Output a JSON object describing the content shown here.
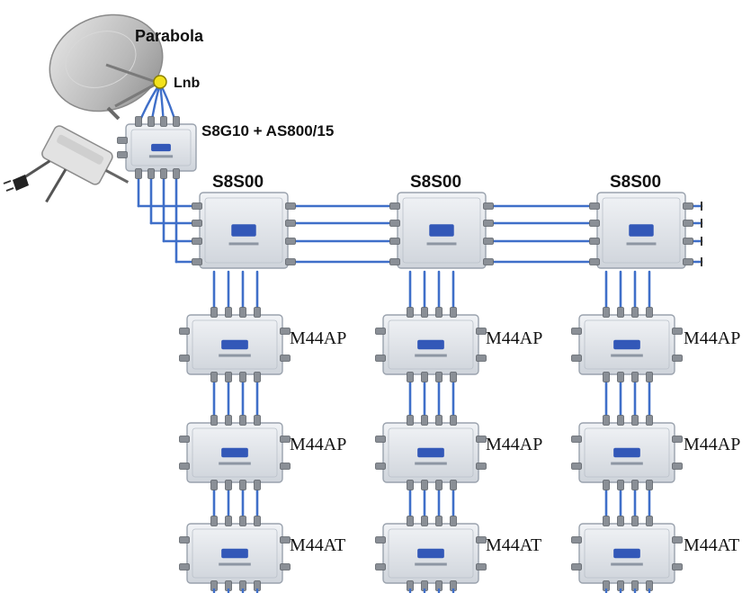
{
  "labels": {
    "dish": "Parabola",
    "lnb": "Lnb",
    "headend": "S8G10 + AS800/15"
  },
  "colors": {
    "cable": "#3f6fc9",
    "device_body": "#e6e9ee",
    "device_edge": "#9aa2ad",
    "device_badge": "#3358b8",
    "connector": "#8a8f96",
    "lnb_yellow": "#f3e21c"
  },
  "icons": {
    "dish": "satellite-dish-icon",
    "lnb": "lnb-icon",
    "power_supply": "power-supply-icon"
  },
  "columns": [
    {
      "splitter": "S8S00",
      "multiswitches": [
        "M44AP",
        "M44AP",
        "M44AT"
      ]
    },
    {
      "splitter": "S8S00",
      "multiswitches": [
        "M44AP",
        "M44AP",
        "M44AT"
      ]
    },
    {
      "splitter": "S8S00",
      "multiswitches": [
        "M44AP",
        "M44AP",
        "M44AT"
      ]
    }
  ]
}
